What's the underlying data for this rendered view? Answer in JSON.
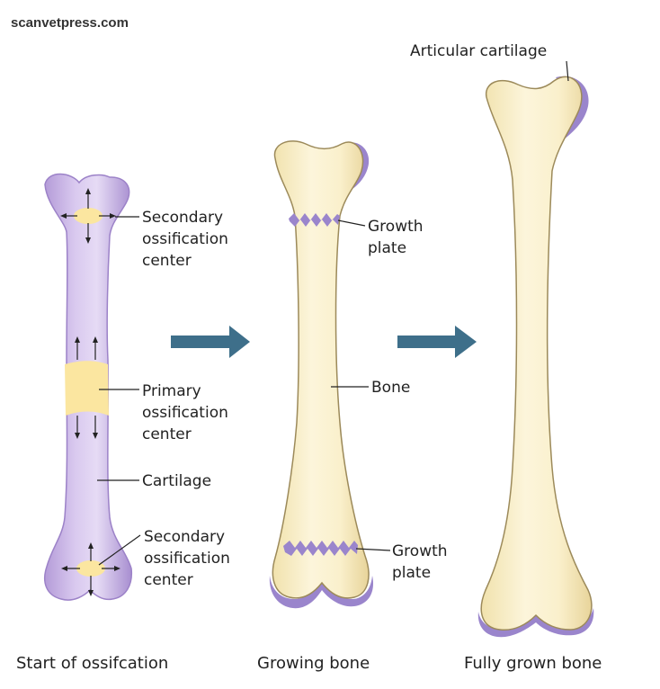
{
  "watermark": "scanvetpress.com",
  "labels": {
    "secondary_center_top": [
      "Secondary",
      "ossification",
      "center"
    ],
    "primary_center": [
      "Primary",
      "ossification",
      "center"
    ],
    "cartilage": "Cartilage",
    "secondary_center_bottom": [
      "Secondary",
      "ossification",
      "center"
    ],
    "growth_plate_top": [
      "Growth",
      "plate"
    ],
    "bone": "Bone",
    "growth_plate_bottom": [
      "Growth",
      "plate"
    ],
    "articular_cartilage": "Articular cartilage"
  },
  "captions": {
    "start": "Start of ossifcation",
    "growing": "Growing bone",
    "full": "Fully grown bone"
  },
  "colors": {
    "cartilage_purple": "#c4aee0",
    "cartilage_edge": "#9c82c8",
    "bone_cream": "#f8eec8",
    "bone_edge": "#9c8a5a",
    "ossification_yellow": "#fbe6a0",
    "growth_plate": "#9a85cc",
    "transition_arrow": "#3e6f8a"
  }
}
